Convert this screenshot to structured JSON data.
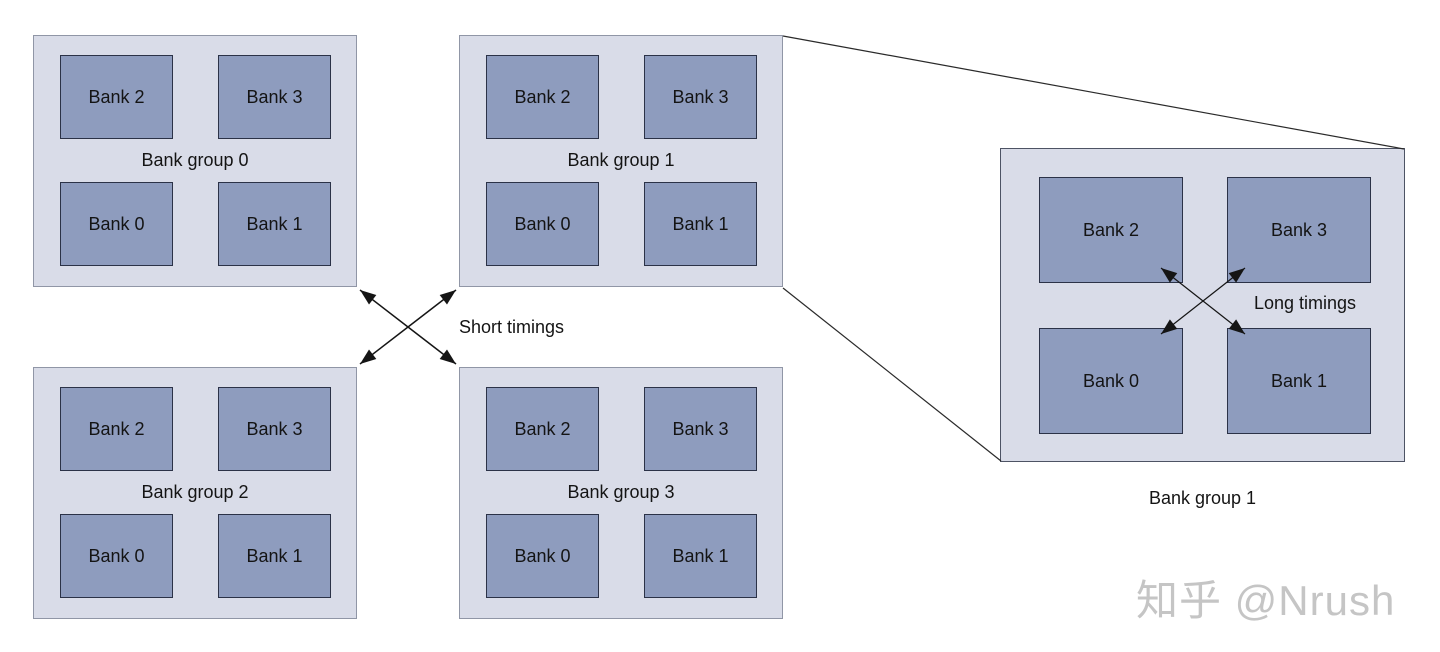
{
  "diagram": {
    "short_timings_label": "Short timings",
    "long_timings_label": "Long timings",
    "bank_groups": [
      {
        "label": "Bank group 0",
        "banks": [
          "Bank 2",
          "Bank 3",
          "Bank 0",
          "Bank 1"
        ]
      },
      {
        "label": "Bank group 1",
        "banks": [
          "Bank 2",
          "Bank 3",
          "Bank 0",
          "Bank 1"
        ]
      },
      {
        "label": "Bank group 2",
        "banks": [
          "Bank 2",
          "Bank 3",
          "Bank 0",
          "Bank 1"
        ]
      },
      {
        "label": "Bank group 3",
        "banks": [
          "Bank 2",
          "Bank 3",
          "Bank 0",
          "Bank 1"
        ]
      }
    ],
    "zoomed_group": {
      "caption": "Bank group 1",
      "banks": [
        "Bank 2",
        "Bank 3",
        "Bank 0",
        "Bank 1"
      ]
    },
    "colors": {
      "group_fill": "#d9dce8",
      "group_border": "#9096a6",
      "bank_fill": "#8e9cbe",
      "bank_border": "#2b3247",
      "arrow_line": "#151515"
    }
  },
  "watermark": {
    "text": "知乎 @Nrush"
  }
}
